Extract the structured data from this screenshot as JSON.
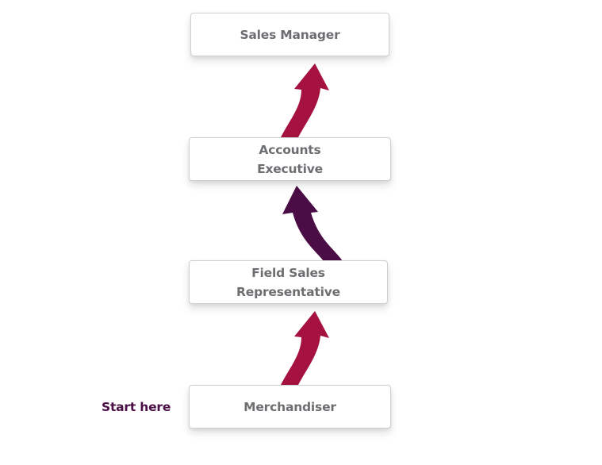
{
  "colors": {
    "accent_crimson": "#a6123f",
    "accent_plum": "#4a0d45",
    "box_text": "#6d6e71",
    "box_border": "#cfcfcf"
  },
  "career_path": {
    "start_label": "Start here",
    "steps": [
      {
        "label": "Sales Manager"
      },
      {
        "label": "Accounts\nExecutive"
      },
      {
        "label": "Field Sales\nRepresentative"
      },
      {
        "label": "Merchandiser"
      }
    ]
  }
}
